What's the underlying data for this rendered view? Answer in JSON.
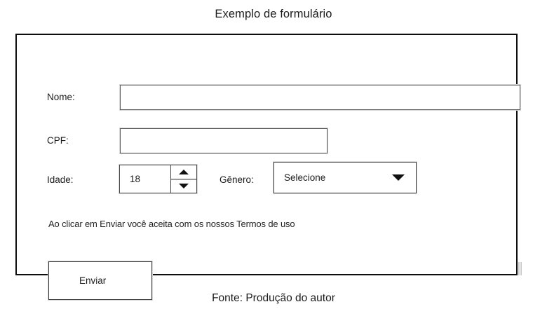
{
  "figure": {
    "title": "Exemplo de formulário",
    "caption": "Fonte: Produção do autor"
  },
  "form": {
    "fields": {
      "nome": {
        "label": "Nome:",
        "value": "",
        "placeholder": ""
      },
      "cpf": {
        "label": "CPF:",
        "value": "",
        "placeholder": ""
      },
      "idade": {
        "label": "Idade:",
        "value": "18",
        "spinner_up_icon": "triangle-up-icon",
        "spinner_down_icon": "triangle-down-icon"
      },
      "genero": {
        "label": "Gênero:",
        "selected": "Selecione",
        "dropdown_icon": "chevron-down-icon"
      }
    },
    "terms_note": "Ao clicar em Enviar você aceita com os nossos Termos de uso",
    "submit_label": "Enviar"
  },
  "colors": {
    "frame_border": "#0d0d0d",
    "input_border": "#5a5a5a",
    "text": "#1b1b1b",
    "background": "#ffffff"
  }
}
